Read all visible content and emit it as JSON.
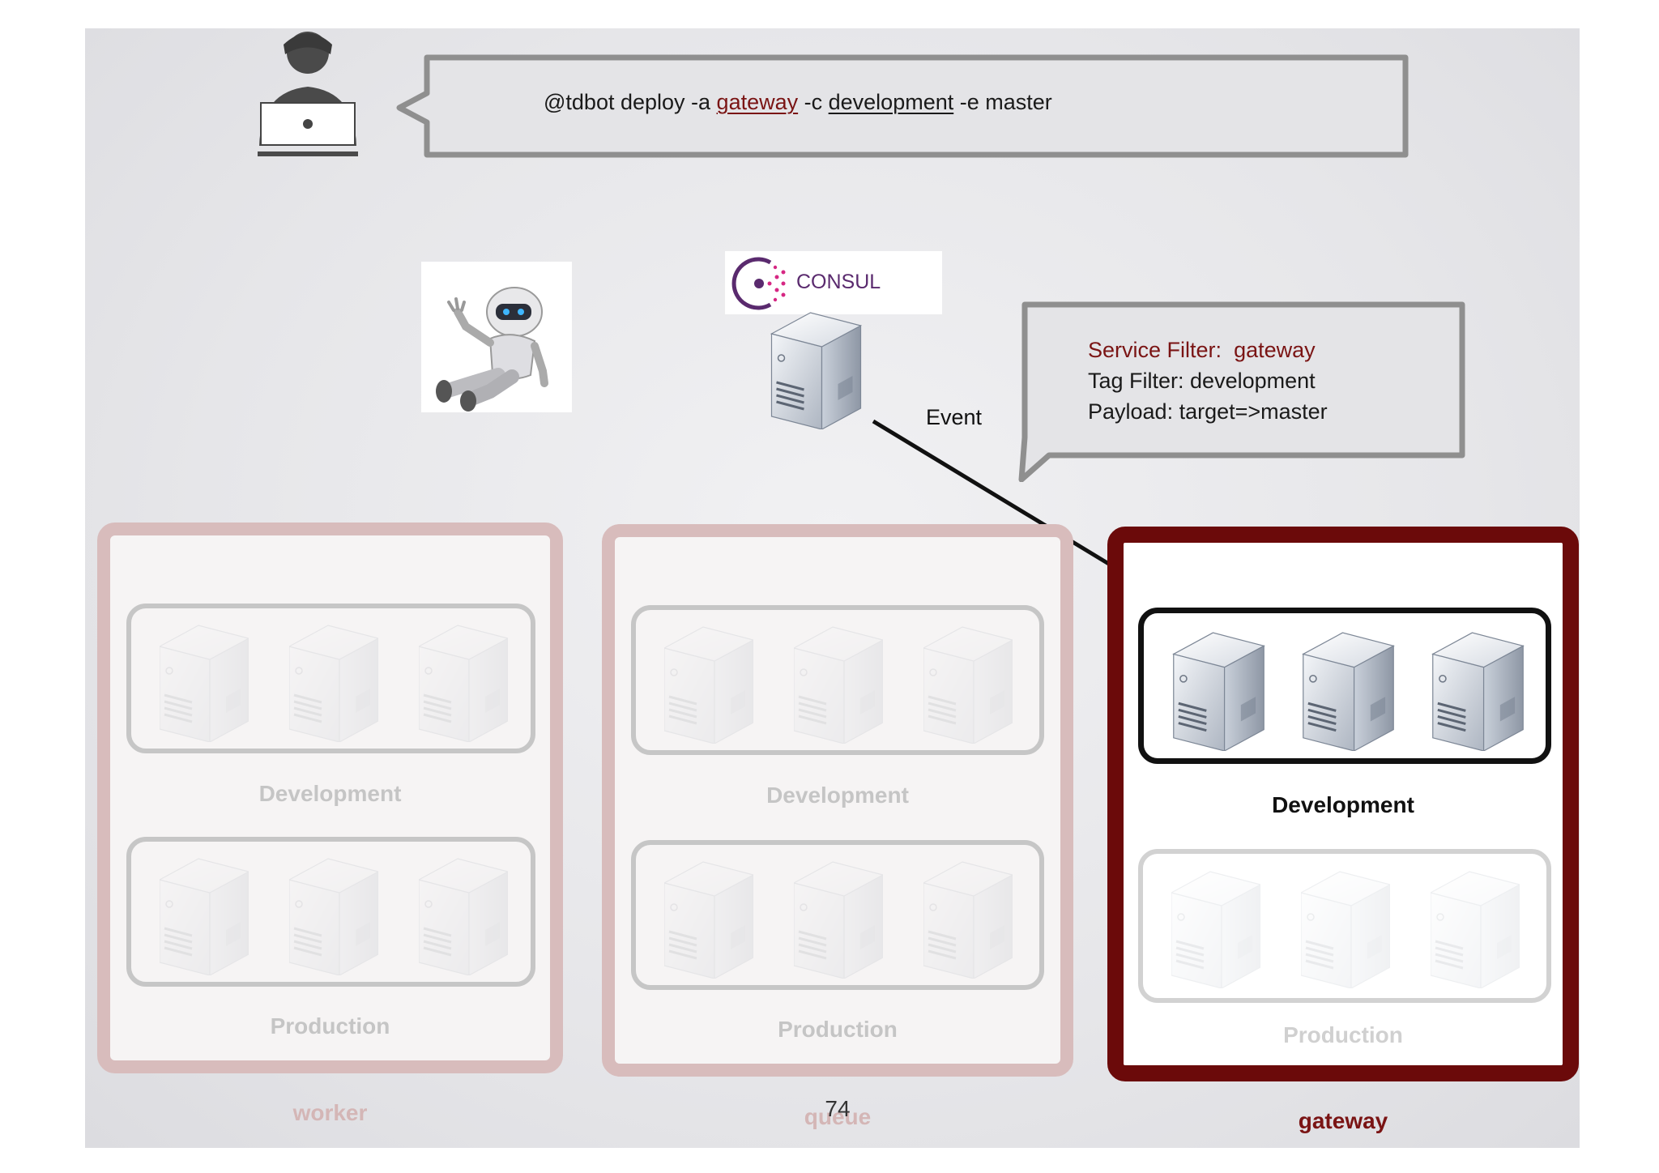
{
  "command": {
    "prefix": "@tdbot deploy -a ",
    "app": "gateway",
    "c_flag": " -c ",
    "cluster": "development",
    "e_flag": " -e master"
  },
  "consul": {
    "label": "CONSUL"
  },
  "event": {
    "label": "Event"
  },
  "filter": {
    "service_label": "Service Filter:",
    "service_value": "gateway",
    "tag_line": "Tag Filter:  development",
    "payload_line": "Payload: target=>master"
  },
  "groups": [
    {
      "name": "worker",
      "dev_label": "Development",
      "prod_label": "Production"
    },
    {
      "name": "queue",
      "dev_label": "Development",
      "prod_label": "Production"
    },
    {
      "name": "gateway",
      "dev_label": "Development",
      "prod_label": "Production"
    }
  ],
  "page_number": "74",
  "colors": {
    "accent": "#6b0a0a",
    "highlight_text": "#7a1414",
    "faded_border": "#d8bcbc"
  }
}
